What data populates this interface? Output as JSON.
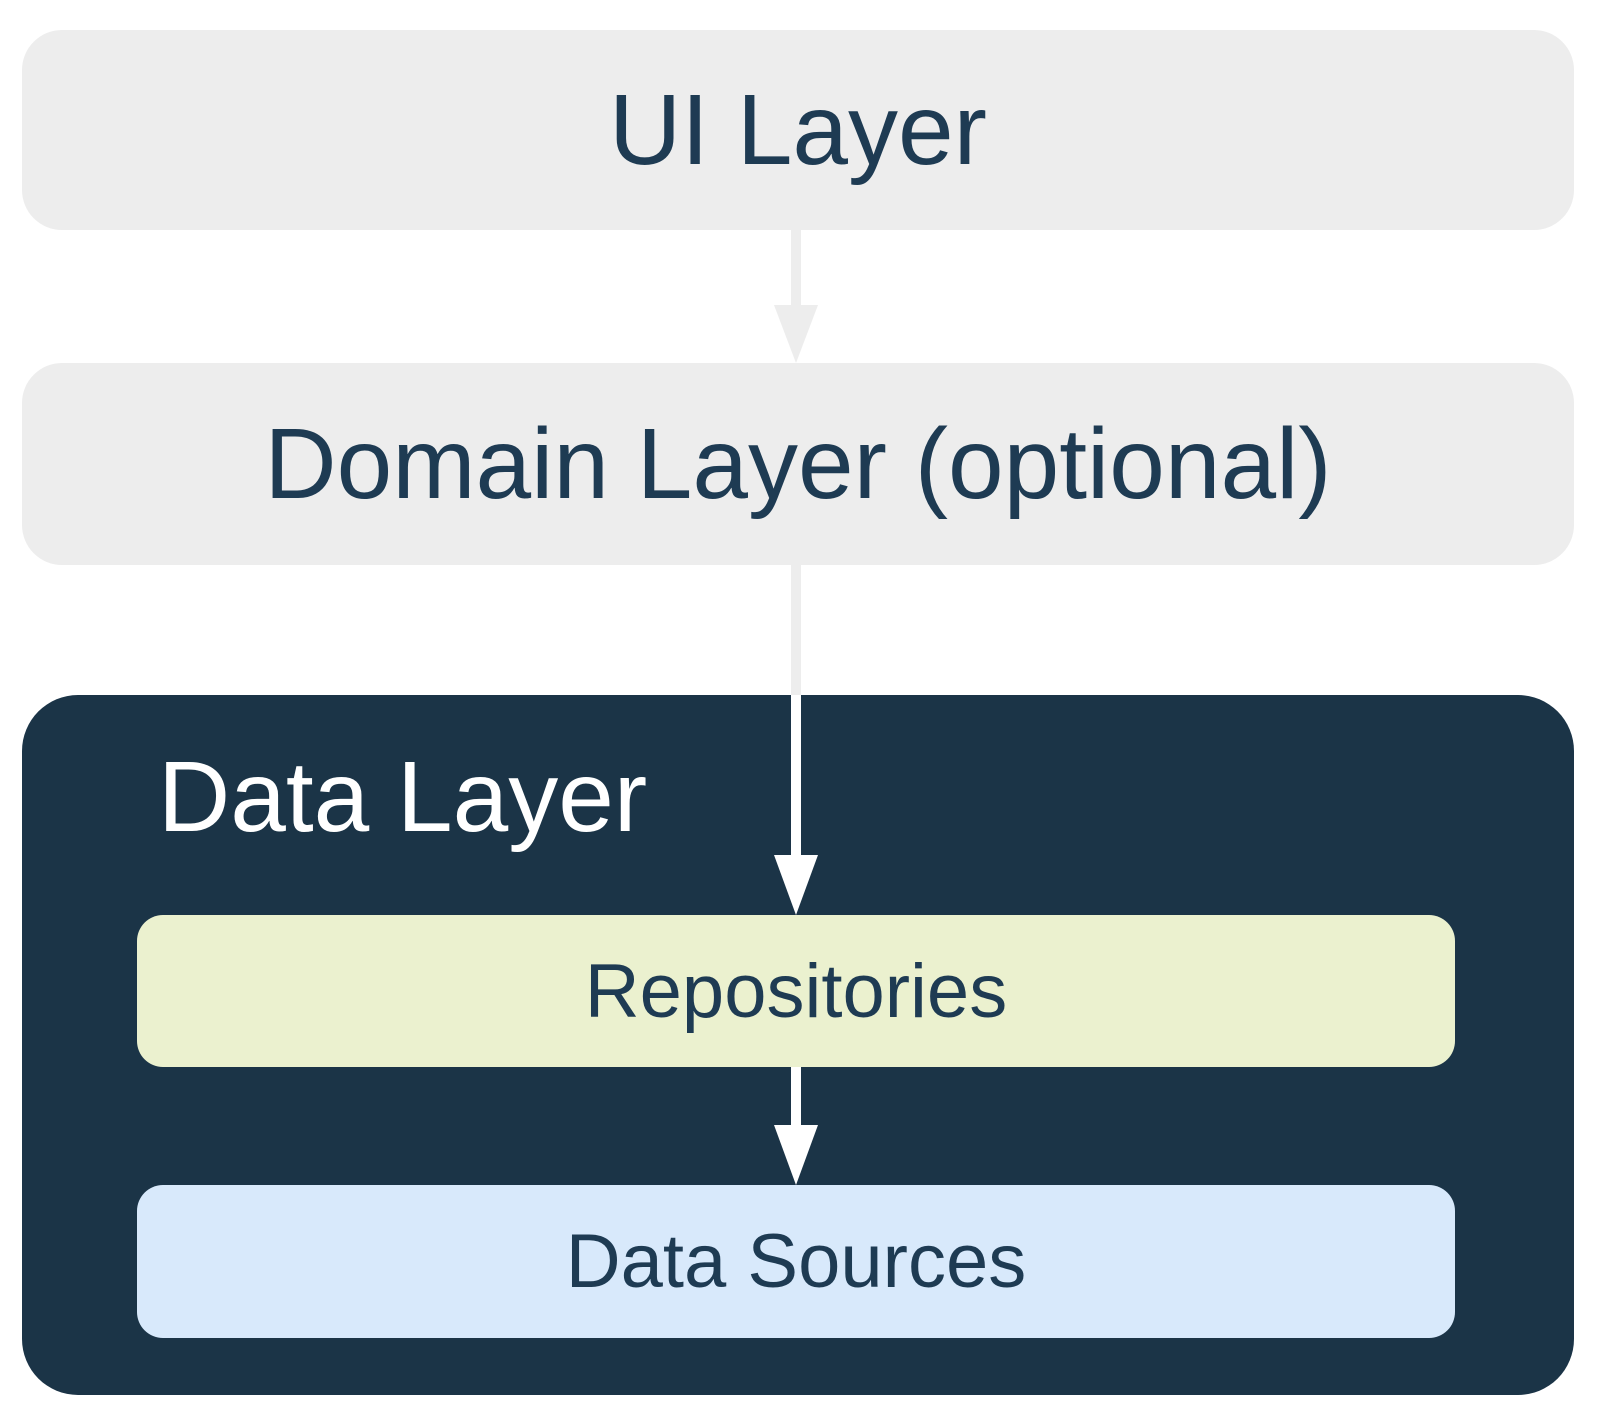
{
  "diagram": {
    "boxes": {
      "ui_layer": {
        "label": "UI Layer"
      },
      "domain_layer": {
        "label": "Domain Layer (optional)"
      },
      "data_layer": {
        "label": "Data Layer",
        "children": [
          {
            "label": "Repositories"
          },
          {
            "label": "Data Sources"
          }
        ]
      }
    },
    "arrows": [
      {
        "name": "ui-to-domain",
        "direction": "down",
        "color": "#EDEDED"
      },
      {
        "name": "domain-to-repositories",
        "direction": "down",
        "color_outside_data_layer": "#EDEDED",
        "color_inside_data_layer": "#FFFFFF"
      },
      {
        "name": "repositories-to-data-sources",
        "direction": "down",
        "color": "#FFFFFF"
      }
    ],
    "colors": {
      "background": "#FFFFFF",
      "layer_box_gray": "#EDEDED",
      "data_layer_navy": "#1B3447",
      "repositories_fill": "#EBF1CF",
      "data_sources_fill": "#D8E9FB",
      "text_navy": "#1E3B53",
      "text_on_dark": "#FFFFFF"
    }
  }
}
